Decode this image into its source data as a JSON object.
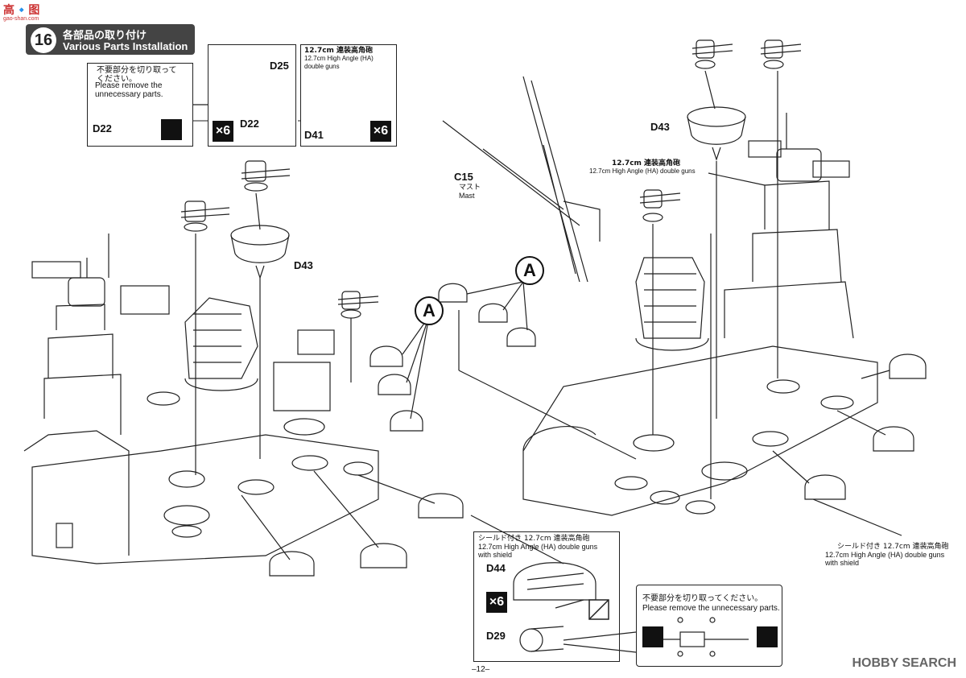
{
  "watermark": {
    "brand_cn": "高🔹图",
    "site": "gao-shan.com",
    "footer": "HOBBY SEARCH"
  },
  "step": {
    "number": "16",
    "title_jp": "各部品の取り付け",
    "title_en": "Various Parts Installation"
  },
  "inset_left": {
    "note_jp": "不要部分を切り取って ください。",
    "note_en": "Please remove the unnecessary parts.",
    "part": "D22"
  },
  "inset_middle": {
    "part_top": "D25",
    "part_bottom": "D22",
    "qty": "×6"
  },
  "inset_right": {
    "title_jp": "12.7cm 連装高角砲",
    "title_en": "12.7cm High Angle (HA) double guns",
    "part": "D41",
    "qty": "×6"
  },
  "labels": {
    "d43_left": "D43",
    "d43_right": "D43",
    "a_left": "A",
    "a_right": "A",
    "c15": "C15",
    "c15_jp": "マスト",
    "c15_en": "Mast",
    "gun_jp": "12.7cm 連装高角砲",
    "gun_en": "12.7cm High Angle (HA) double guns",
    "shield_right_jp": "シールド付き 12.7cm 連装高角砲",
    "shield_right_en1": "12.7cm High Angle (HA) double guns",
    "shield_right_en2": "with shield"
  },
  "bottom_box": {
    "title_jp": "シールド付き 12.7cm 連装高角砲",
    "title_en1": "12.7cm High Angle (HA) double guns",
    "title_en2": "with shield",
    "part_top": "D44",
    "part_bottom": "D29",
    "qty": "×6"
  },
  "remove_box": {
    "note_jp": "不要部分を切り取ってください。",
    "note_en": "Please remove the unnecessary parts."
  },
  "page_number": "–12–"
}
